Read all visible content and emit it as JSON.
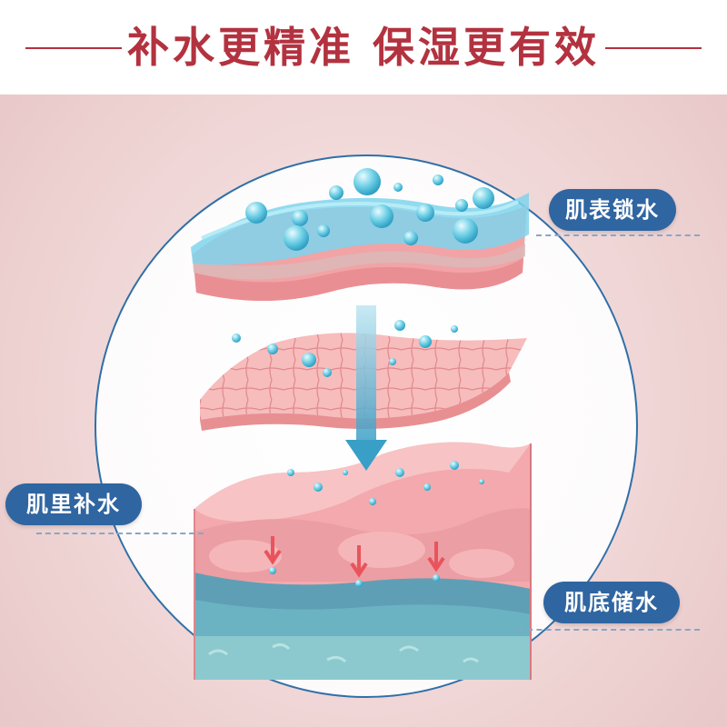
{
  "header": {
    "title": "补水更精准  保湿更有效"
  },
  "labels": {
    "surface": "肌表锁水",
    "inner": "肌里补水",
    "deep": "肌底储水"
  },
  "colors": {
    "title_red": "#b3323f",
    "label_blue": "#2f65a1",
    "water_blue": "#5fc3dc",
    "skin_pink": "#f2a3a5"
  }
}
